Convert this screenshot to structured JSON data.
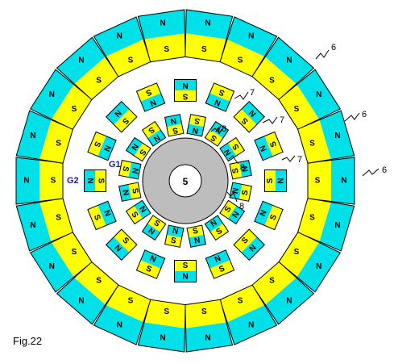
{
  "figure": {
    "label": "Fig.22"
  },
  "colors": {
    "cyan": "#00e0e8",
    "yellow": "#ffff00",
    "gray": "#bdbdbd",
    "outline": "#000000",
    "label_blue": "#1a1aa0"
  },
  "hub": {
    "label": "5"
  },
  "callouts": {
    "outer": "6",
    "middle": "7",
    "inner": "8"
  },
  "gap_labels": {
    "g1": "G1",
    "g2": "G2"
  },
  "rings": {
    "outer": {
      "count": 22,
      "inner_pole": "S",
      "outer_pole": "N"
    },
    "middle": {
      "count": 16,
      "pattern": [
        "S/N",
        "N/S"
      ]
    },
    "inner": {
      "count": 16,
      "pattern": [
        "N/S",
        "S/N"
      ]
    }
  }
}
